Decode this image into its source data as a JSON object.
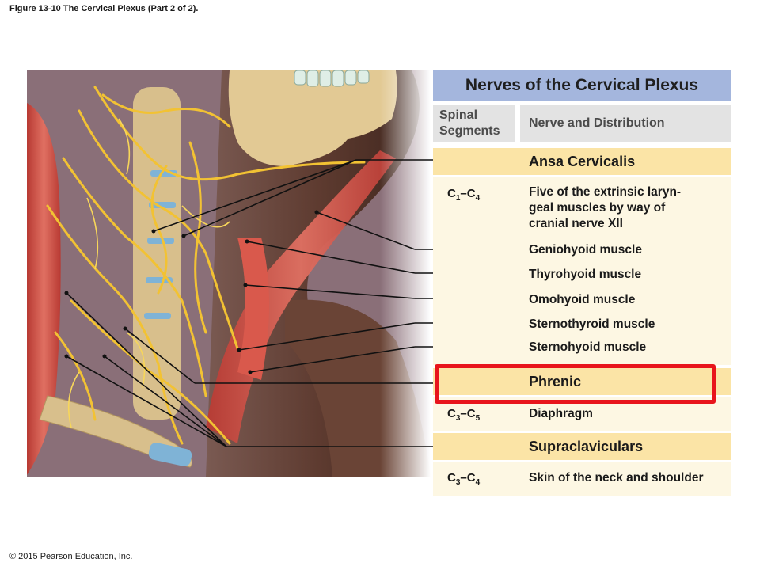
{
  "figure_title": "Figure 13-10 The Cervical Plexus (Part 2 of 2).",
  "copyright": "© 2015 Pearson Education, Inc.",
  "table": {
    "title": "Nerves of the Cervical Plexus",
    "col_segments": "Spinal Segments",
    "col_distribution": "Nerve and Distribution",
    "sections": [
      {
        "name": "Ansa Cervicalis",
        "segment": "C1–C4",
        "segment_base_1": "C",
        "segment_sub_1": "1",
        "segment_dash": "–",
        "segment_base_2": "C",
        "segment_sub_2": "4",
        "intro_line1": "Five of the extrinsic laryn-",
        "intro_line2": "geal muscles by way of",
        "intro_line3": "cranial nerve XII",
        "muscles": [
          "Geniohyoid muscle",
          "Thyrohyoid muscle",
          "Omohyoid muscle",
          "Sternothyroid muscle",
          "Sternohyoid muscle"
        ]
      },
      {
        "name": "Phrenic",
        "segment": "C3–C5",
        "segment_base_1": "C",
        "segment_sub_1": "3",
        "segment_dash": "–",
        "segment_base_2": "C",
        "segment_sub_2": "5",
        "distribution": "Diaphragm"
      },
      {
        "name": "Supraclaviculars",
        "segment": "C3–C4",
        "segment_base_1": "C",
        "segment_sub_1": "3",
        "segment_dash": "–",
        "segment_base_2": "C",
        "segment_sub_2": "4",
        "distribution": "Skin of the neck and shoulder"
      }
    ]
  },
  "colors": {
    "header_blue": "#a4b6dd",
    "section_yellow": "#fbe4a6",
    "row_cream": "#fdf7e3",
    "highlight_red": "#e8151c",
    "nerve_yellow": "#f2c233",
    "muscle_red": "#c9473d",
    "bone_tan": "#d8bf8c",
    "disc_blue": "#7fb3d6",
    "skin_brown": "#5a3a2e"
  }
}
